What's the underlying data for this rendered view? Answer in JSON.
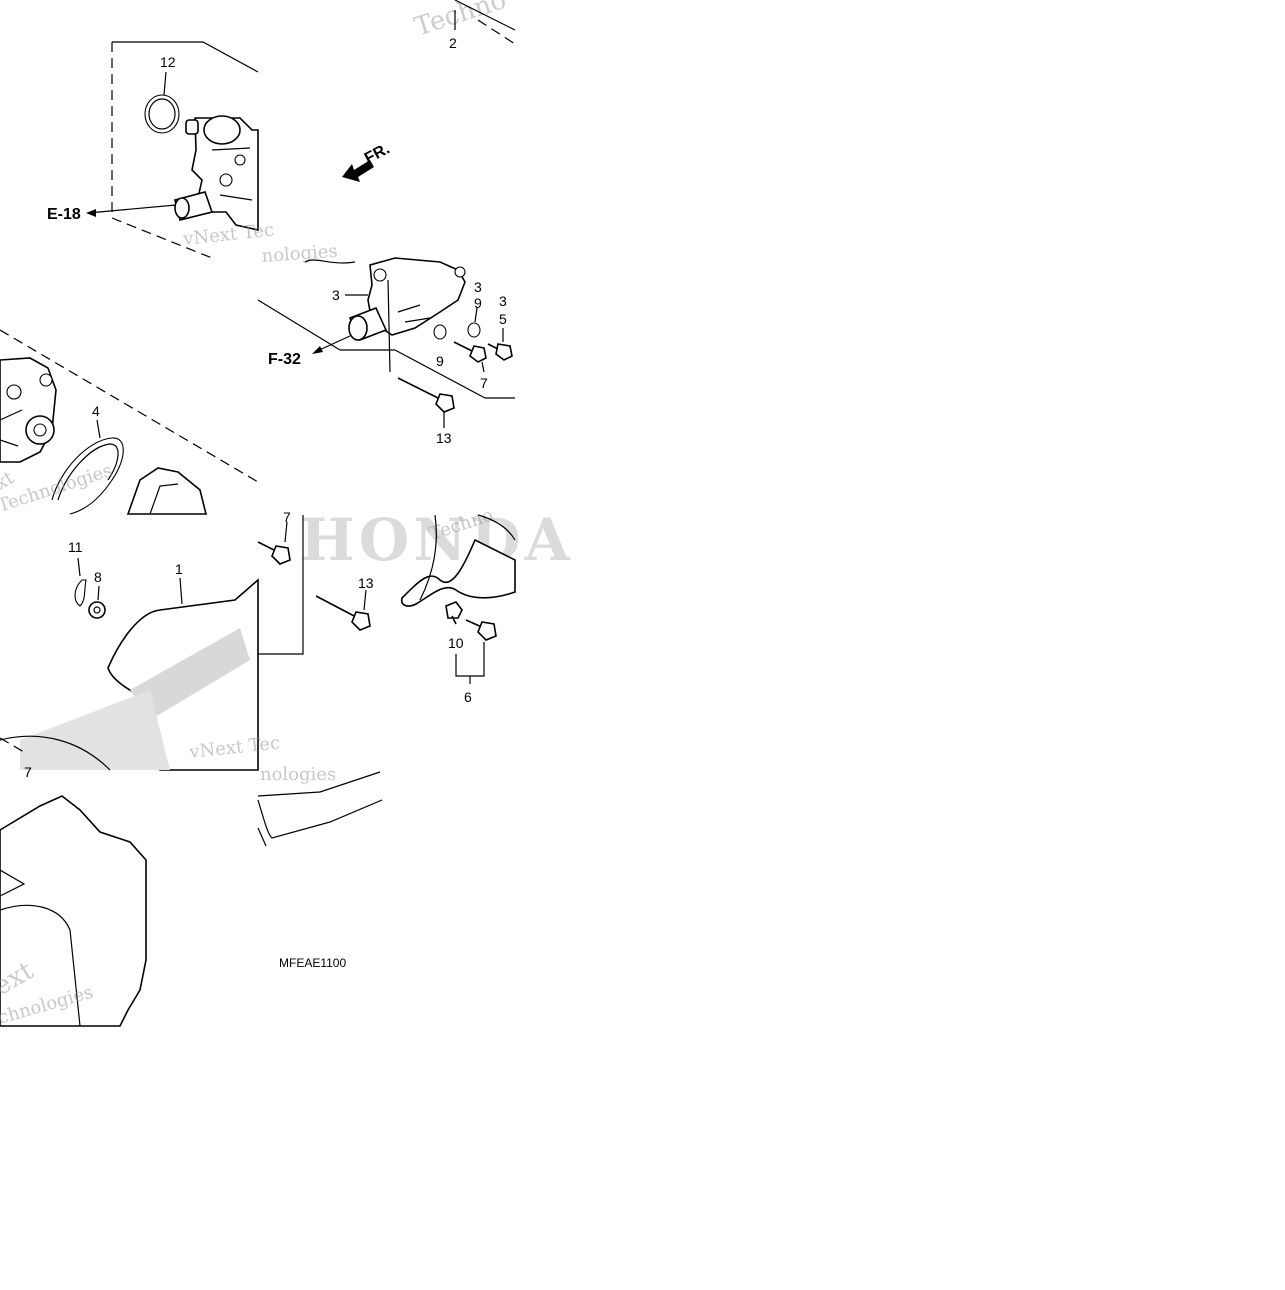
{
  "diagram": {
    "code": "MFEAE1100",
    "front_marker": "FR.",
    "references": {
      "e18": "E-18",
      "f32": "F-32"
    },
    "callouts": {
      "c1": "1",
      "c2": "2",
      "c3a": "3",
      "c3b": "3",
      "c3c": "3",
      "c4": "4",
      "c5": "5",
      "c6": "6",
      "c7a": "7",
      "c7b": "7",
      "c7c": "7",
      "c8": "8",
      "c9a": "9",
      "c9b": "9",
      "c10": "10",
      "c11": "11",
      "c12": "12",
      "c13a": "13",
      "c13b": "13"
    },
    "watermarks": {
      "w1": "Techno",
      "w2": "vNext Tec",
      "w3": "nologies",
      "w4": "Technologies",
      "w5": "xt",
      "w6": "Techno",
      "w7": "vNext Tec",
      "w8": "nologies",
      "w9": "ext",
      "w10": "chnologies"
    },
    "logo_text": "HONDA"
  }
}
